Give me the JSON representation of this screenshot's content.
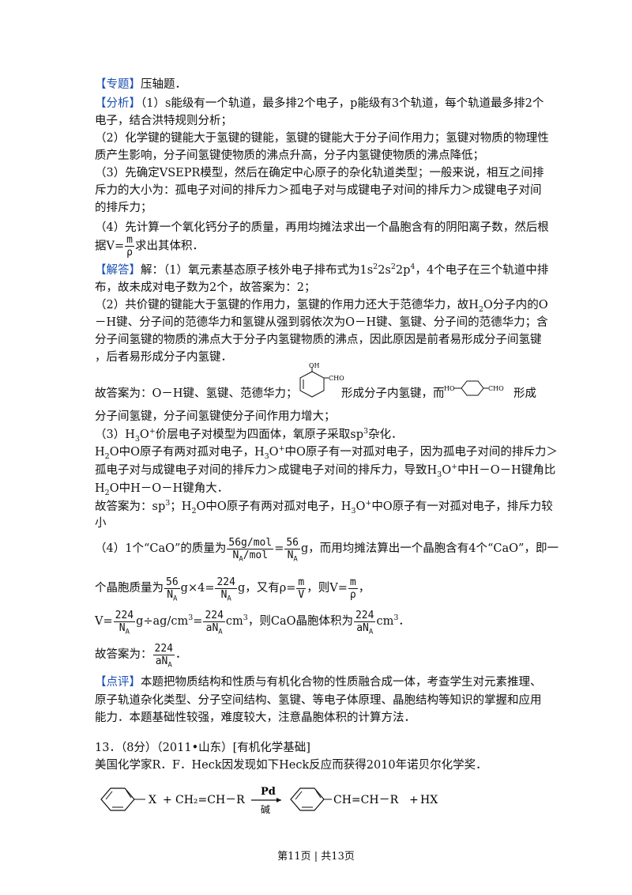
{
  "topic": {
    "tag": "【专题】",
    "text": "压轴题．"
  },
  "analysis": {
    "tag": "【分析】",
    "l1": "（1）s能级有一个轨道，最多排2个电子，p能级有3个轨道，每个轨道最多排2个",
    "l2": "电子，结合洪特规则分析；",
    "l3": "（2）化学键的键能大于氢键的键能，氢键的键能大于分子间作用力；氢键对物质的物理性",
    "l4": "质产生影响，分子间氢键使物质的沸点升高，分子内氢键使物质的沸点降低；",
    "l5": "（3）先确定VSEPR模型，然后在确定中心原子的杂化轨道类型；一般来说，相互之间排",
    "l6": "斥力的大小为：孤电子对间的排斥力＞孤电子对与成键电子对间的排斥力＞成键电子对间",
    "l7": "的排斥力；",
    "l8": "（4）先计算一个氧化钙分子的质量，再用均摊法求出一个晶胞含有的阴阳离子数，然后根",
    "l9a": "据V=",
    "l9_num": "m",
    "l9_den": "ρ",
    "l9b": "求出其体积．"
  },
  "solution": {
    "tag": "【解答】",
    "s1a": "解：（1）氧元素基态原子核外电子排布式为1s",
    "s1sup1": "2",
    "s1b": "2s",
    "s1sup2": "2",
    "s1c": "2p",
    "s1sup3": "4",
    "s1d": "，4个电子在三个轨道中排",
    "s2": "布，故未成对电子数为2个，故答案为：2；",
    "s3a": "（2）共价键的键能大于氢键的作用力，氢键的作用力还大于范德华力，故H",
    "s3sub": "2",
    "s3b": "O分子内的O",
    "s4": "－H键、分子间的范德华力和氢键从强到弱依次为O－H键、氢键、分子间的范德华力；含",
    "s5": "分子间氢键的物质的沸点大于分子内氢键物质的沸点，因此原因是前者易形成分子间氢键",
    "s6": "，后者易形成分子内氢键．",
    "s7a": "故答案为：O－H键、氢键、范德华力；",
    "s7b": "形成分子内氢键，而",
    "s7c": "形成",
    "s8": "分子间氢键，分子间氢键使分子间作用力增大；",
    "s9a": "（3）H",
    "s9sub": "3",
    "s9b": "O",
    "s9sup": "+",
    "s9c": "价层电子对模型为四面体，氧原子采取sp",
    "s9sup2": "3",
    "s9d": "杂化．",
    "s10a": "H",
    "s10sub1": "2",
    "s10b": "O中O原子有两对孤对电子，H",
    "s10sub2": "3",
    "s10c": "O",
    "s10sup": "+",
    "s10d": "中O原子有一对孤对电子，因为孤电子对间的排斥力＞",
    "s11a": "孤电子对与成键电子对间的排斥力＞成键电子对间的排斥力，导致H",
    "s11sub": "3",
    "s11b": "O",
    "s11sup": "+",
    "s11c": "中H－O－H键角比",
    "s12a": "H",
    "s12sub": "2",
    "s12b": "O中H－O－H键角大．",
    "s13a": "故答案为：sp",
    "s13sup": "3",
    "s13b": "；H",
    "s13sub1": "2",
    "s13c": "O中O原子有两对孤对电子，H",
    "s13sub2": "3",
    "s13d": "O",
    "s13sup2": "+",
    "s13e": "中O原子有一对孤对电子，排斥力较",
    "s14": "小",
    "s15a": "（4）1个“CaO”的质量为",
    "s15f1_num": "56g/mol",
    "s15f1_den": "N",
    "s15f1_den_sub": "A",
    "s15f1_den_tail": "/mol",
    "s15eq": "=",
    "s15f2_num": "56",
    "s15f2_den": "N",
    "s15f2_den_sub": "A",
    "s15b": "g，而用均摊法算出一个晶胞含有4个“CaO”，即一",
    "s16a": "个晶胞质量为",
    "s16f1_num": "56",
    "s16f1_den": "N",
    "s16f1_den_sub": "A",
    "s16b": "g×4=",
    "s16f2_num": "224",
    "s16f2_den": "N",
    "s16f2_den_sub": "A",
    "s16c": "g，又有ρ=",
    "s16f3_num": "m",
    "s16f3_den": "V",
    "s16d": "，则V=",
    "s16f4_num": "m",
    "s16f4_den": "ρ",
    "s16e": "，",
    "s17a": "V=",
    "s17f1_num": "224",
    "s17f1_den": "N",
    "s17f1_den_sub": "A",
    "s17b": "g÷ag/cm",
    "s17sup1": "3",
    "s17c": "=",
    "s17f2_num": "224",
    "s17f2_den": "aN",
    "s17f2_den_sub": "A",
    "s17d": "cm",
    "s17sup2": "3",
    "s17e": "，则CaO晶胞体积为",
    "s17f3_num": "224",
    "s17f3_den": "aN",
    "s17f3_den_sub": "A",
    "s17f": "cm",
    "s17sup3": "3",
    "s17g": "．",
    "s18a": "故答案为：",
    "s18f_num": "224",
    "s18f_den": "aN",
    "s18f_den_sub": "A",
    "s18b": "．"
  },
  "comment": {
    "tag": "【点评】",
    "c1": "本题把物质结构和性质与有机化合物的性质融合成一体，考查学生对元素推理、",
    "c2": "原子轨道杂化类型、分子空间结构、氢键、等电子体原理、晶胞结构等知识的掌握和应用",
    "c3": "能力．本题基础性较强，难度较大，注意晶胞体积的计算方法．"
  },
  "q13": {
    "header": "13．（8分）（2011•山东）[有机化学基础]",
    "text": "美国化学家R．F．Heck因发现如下Heck反应而获得2010年诺贝尔化学奖．"
  },
  "reaction": {
    "left1": "X",
    "plus1": "+",
    "reagent": "CH₂=CH－R",
    "catalyst": "Pd",
    "base": "碱",
    "right": "CH=CH－R",
    "plus2": "+",
    "byproduct": "HX"
  },
  "structures": {
    "salicyl_oh": "OH",
    "salicyl_cho": "CHO",
    "para_ho": "HO",
    "para_cho": "CHO"
  },
  "footer": {
    "text": "第11页 | 共13页"
  }
}
